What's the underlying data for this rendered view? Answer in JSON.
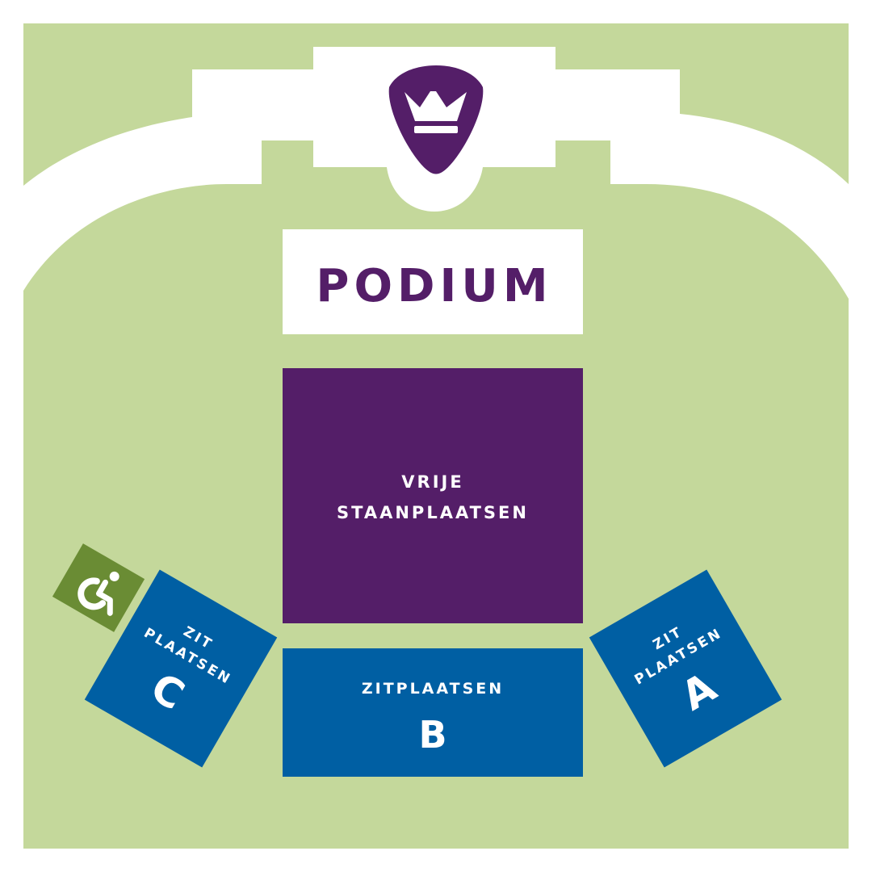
{
  "colors": {
    "grass": "#c4d89b",
    "white": "#ffffff",
    "purple": "#541e68",
    "blue": "#005fa3",
    "dark_green": "#6a8c34"
  },
  "podium": {
    "label": "PODIUM"
  },
  "standing": {
    "line1": "VRIJE",
    "line2": "STAANPLAATSEN"
  },
  "seating_b": {
    "title": "ZITPLAATSEN",
    "letter": "B"
  },
  "seating_a": {
    "line1": "ZIT",
    "line2": "PLAATSEN",
    "letter": "A"
  },
  "seating_c": {
    "line1": "ZIT",
    "line2": "PLAATSEN",
    "letter": "C"
  },
  "icons": {
    "logo": "crown-pick-logo-icon",
    "accessibility": "wheelchair-icon"
  }
}
